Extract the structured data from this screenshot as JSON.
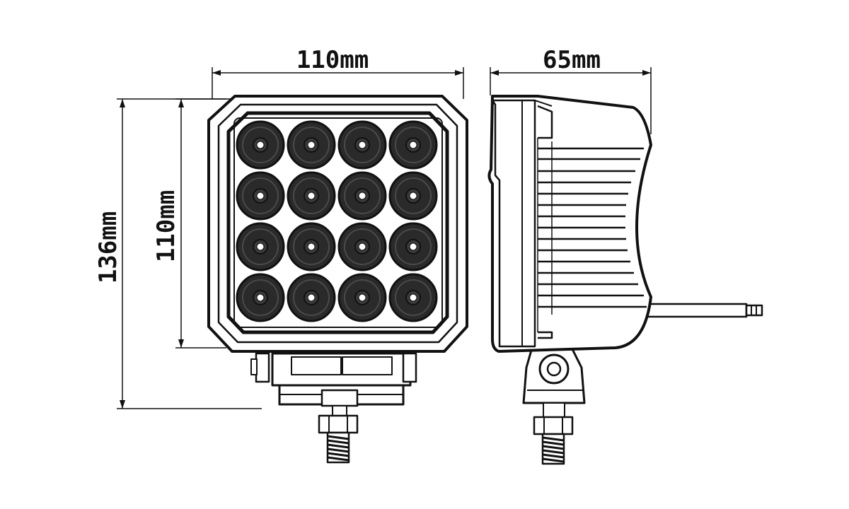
{
  "dimensions": {
    "front_width": "110mm",
    "side_depth": "65mm",
    "overall_height": "136mm",
    "housing_height": "110mm"
  },
  "led_grid": {
    "rows": 4,
    "cols": 4
  },
  "colors": {
    "line": "#111111",
    "lens": "#2a2a2a",
    "background": "#ffffff"
  }
}
